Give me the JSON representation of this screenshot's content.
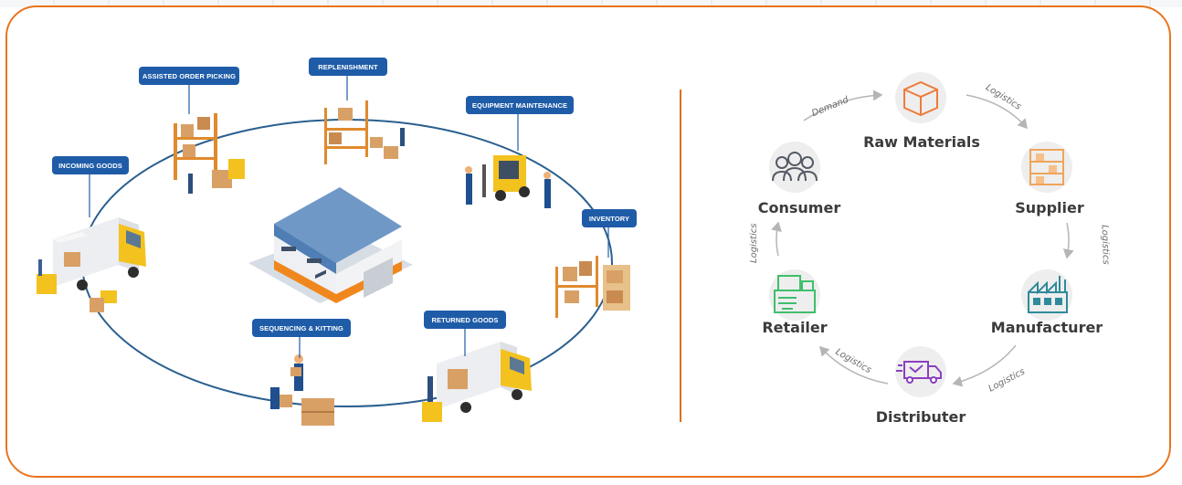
{
  "colors": {
    "frame": "#e8741e",
    "label_bg": "#1f5ca8",
    "ring": "#2a5f8f",
    "divider": "#d8701e"
  },
  "warehouse": {
    "labels": {
      "assisted_order_picking": "ASSISTED ORDER PICKING",
      "replenishment": "REPLENISHMENT",
      "equipment_maintenance": "EQUIPMENT MAINTENANCE",
      "incoming_goods": "INCOMING GOODS",
      "inventory": "INVENTORY",
      "sequencing_kitting": "SEQUENCING & KITTING",
      "returned_goods": "RETURNED GOODS"
    }
  },
  "supply_chain": {
    "nodes": {
      "raw_materials": "Raw Materials",
      "supplier": "Supplier",
      "manufacturer": "Manufacturer",
      "distributer": "Distributer",
      "retailer": "Retailer",
      "consumer": "Consumer"
    },
    "flows": {
      "demand": "Demand",
      "logistics_1": "Logistics",
      "logistics_2": "Logistics",
      "logistics_3": "Logistics",
      "logistics_4": "Logistics",
      "logistics_5": "Logistics"
    },
    "node_icons": {
      "raw_materials": "box-icon",
      "supplier": "shelf-icon",
      "manufacturer": "factory-icon",
      "distributer": "truck-icon",
      "retailer": "cash-register-icon",
      "consumer": "people-icon"
    }
  }
}
